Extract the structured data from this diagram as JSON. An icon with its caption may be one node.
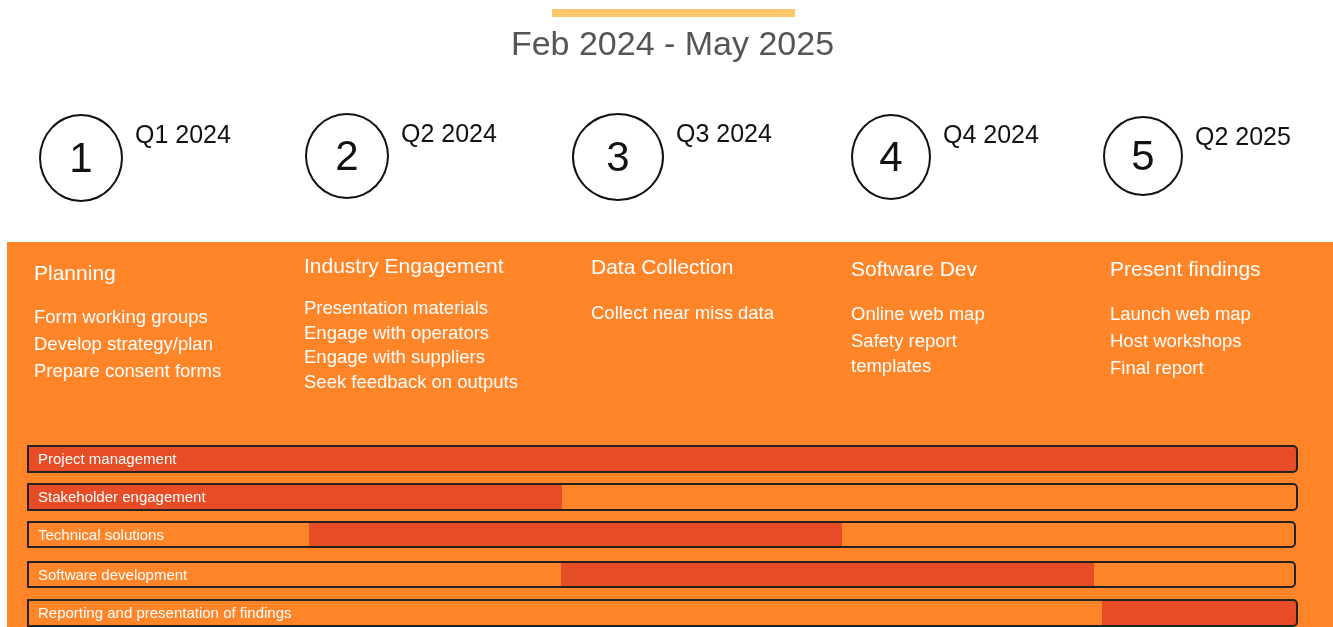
{
  "diagram": {
    "title": "Feb 2024 - May 2025",
    "nodes": [
      {
        "text": [
          "1"
        ],
        "beside": [
          "Q1 2024"
        ]
      },
      {
        "text": [
          "2"
        ],
        "beside": [
          "Q2 2024"
        ]
      },
      {
        "text": [
          "3"
        ],
        "beside": [
          "Q3 2024"
        ]
      },
      {
        "text": [
          "4"
        ],
        "beside": [
          "Q4 2024"
        ]
      },
      {
        "text": [
          "5"
        ],
        "beside": [
          "Q2 2025"
        ]
      },
      {
        "text": [],
        "shape": "box"
      },
      {
        "text": [
          "Project management"
        ],
        "in": 5
      },
      {
        "text": [
          "Stakeholder engagement"
        ],
        "in": 5
      },
      {
        "text": [
          "Technical solutions"
        ],
        "in": 5
      },
      {
        "text": [
          "Software development"
        ],
        "in": 5
      },
      {
        "text": [
          "Reporting and presentation of findings"
        ],
        "in": 5
      }
    ],
    "edges": [],
    "labels": [
      "Planning",
      "Form working groups",
      "Develop strategy/plan",
      "Prepare consent forms",
      "Industry Engagement",
      "Presentation materials",
      "Engage with operators",
      "Engage with suppliers",
      "Seek feedback on outputs",
      "Data Collection",
      "Collect near miss data",
      "Software Dev",
      "Online web map",
      "Safety report templates",
      "Present findings",
      "Launch web map",
      "Host workshops",
      "Final report"
    ]
  }
}
